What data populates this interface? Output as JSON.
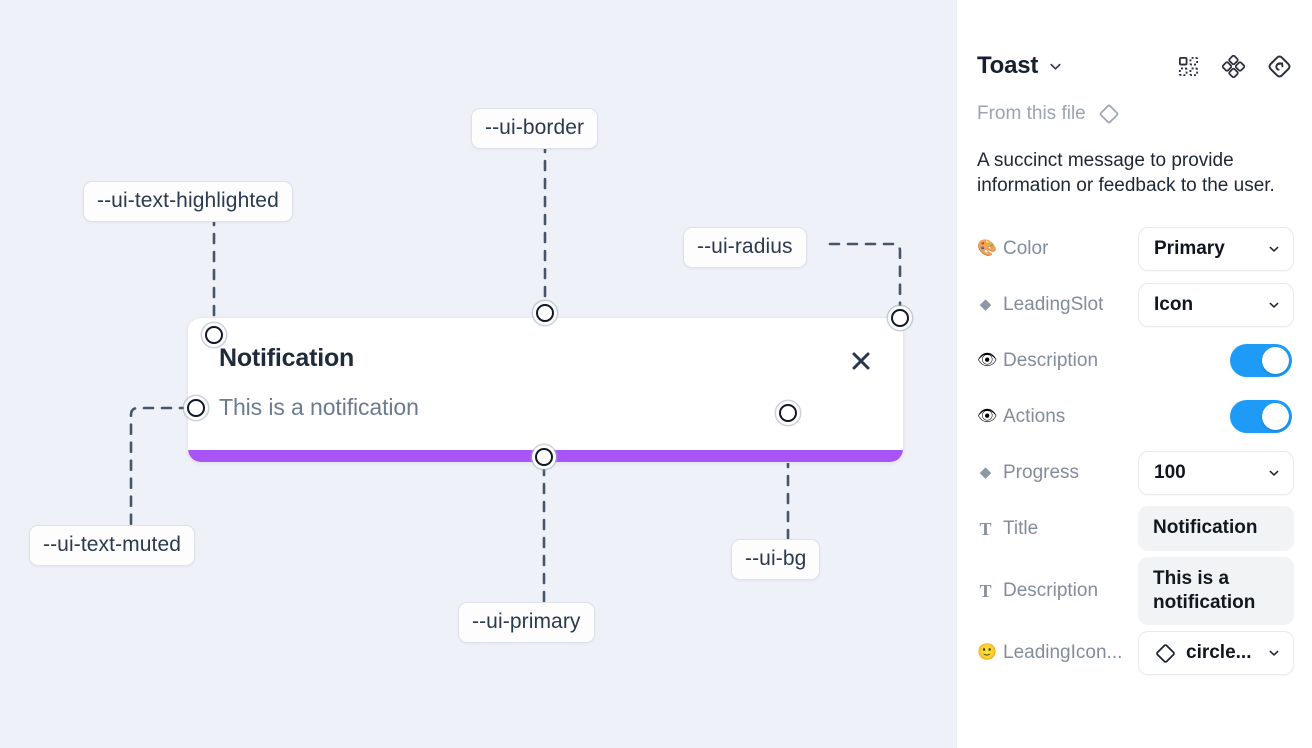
{
  "canvas": {
    "background_color": "#eef1f7",
    "tokens": [
      {
        "id": "ui-text-highlighted",
        "label": "--ui-text-highlighted"
      },
      {
        "id": "ui-border",
        "label": "--ui-border"
      },
      {
        "id": "ui-radius",
        "label": "--ui-radius"
      },
      {
        "id": "ui-text-muted",
        "label": "--ui-text-muted"
      },
      {
        "id": "ui-primary",
        "label": "--ui-primary"
      },
      {
        "id": "ui-bg",
        "label": "--ui-bg"
      }
    ]
  },
  "toast": {
    "title": "Notification",
    "description": "This is a notification",
    "close_icon": "close-icon",
    "progress_color": "#a855f7",
    "background_color": "#ffffff",
    "border_color": "#e6eaf0"
  },
  "panel": {
    "title": "Toast",
    "title_caret_icon": "chevron-down-icon",
    "header_icons": [
      {
        "name": "component-grid-icon"
      },
      {
        "name": "variants-cluster-icon"
      },
      {
        "name": "reset-diamond-icon"
      }
    ],
    "from_file_label": "From this file",
    "from_file_icon": "diamond-icon",
    "description": "A succinct message to provide information or feedback to the user.",
    "properties": [
      {
        "icon": "palette-icon",
        "glyph": "🎨",
        "icon_kind": "emoji",
        "name": "Color",
        "control": "select",
        "value": "Primary"
      },
      {
        "icon": "diamond-icon",
        "glyph": "◆",
        "icon_kind": "diamond",
        "name": "LeadingSlot",
        "control": "select",
        "value": "Icon"
      },
      {
        "icon": "eye-icon",
        "glyph": "👁",
        "icon_kind": "emoji",
        "name": "Description",
        "control": "toggle",
        "value": "on"
      },
      {
        "icon": "eye-icon",
        "glyph": "👁",
        "icon_kind": "emoji",
        "name": "Actions",
        "control": "toggle",
        "value": "on"
      },
      {
        "icon": "diamond-icon",
        "glyph": "◆",
        "icon_kind": "diamond",
        "name": "Progress",
        "control": "select",
        "value": "100"
      },
      {
        "icon": "text-icon",
        "glyph": "T",
        "icon_kind": "tglyph",
        "name": "Title",
        "control": "text",
        "value": "Notification"
      },
      {
        "icon": "text-icon",
        "glyph": "T",
        "icon_kind": "tglyph",
        "name": "Description",
        "control": "text",
        "value": "This is a notification"
      },
      {
        "icon": "smiley-icon",
        "glyph": "🙂",
        "icon_kind": "emoji",
        "name": "LeadingIcon...",
        "control": "icon-select",
        "value": "circle..."
      }
    ],
    "accent_toggle_color": "#1d9bf6"
  }
}
